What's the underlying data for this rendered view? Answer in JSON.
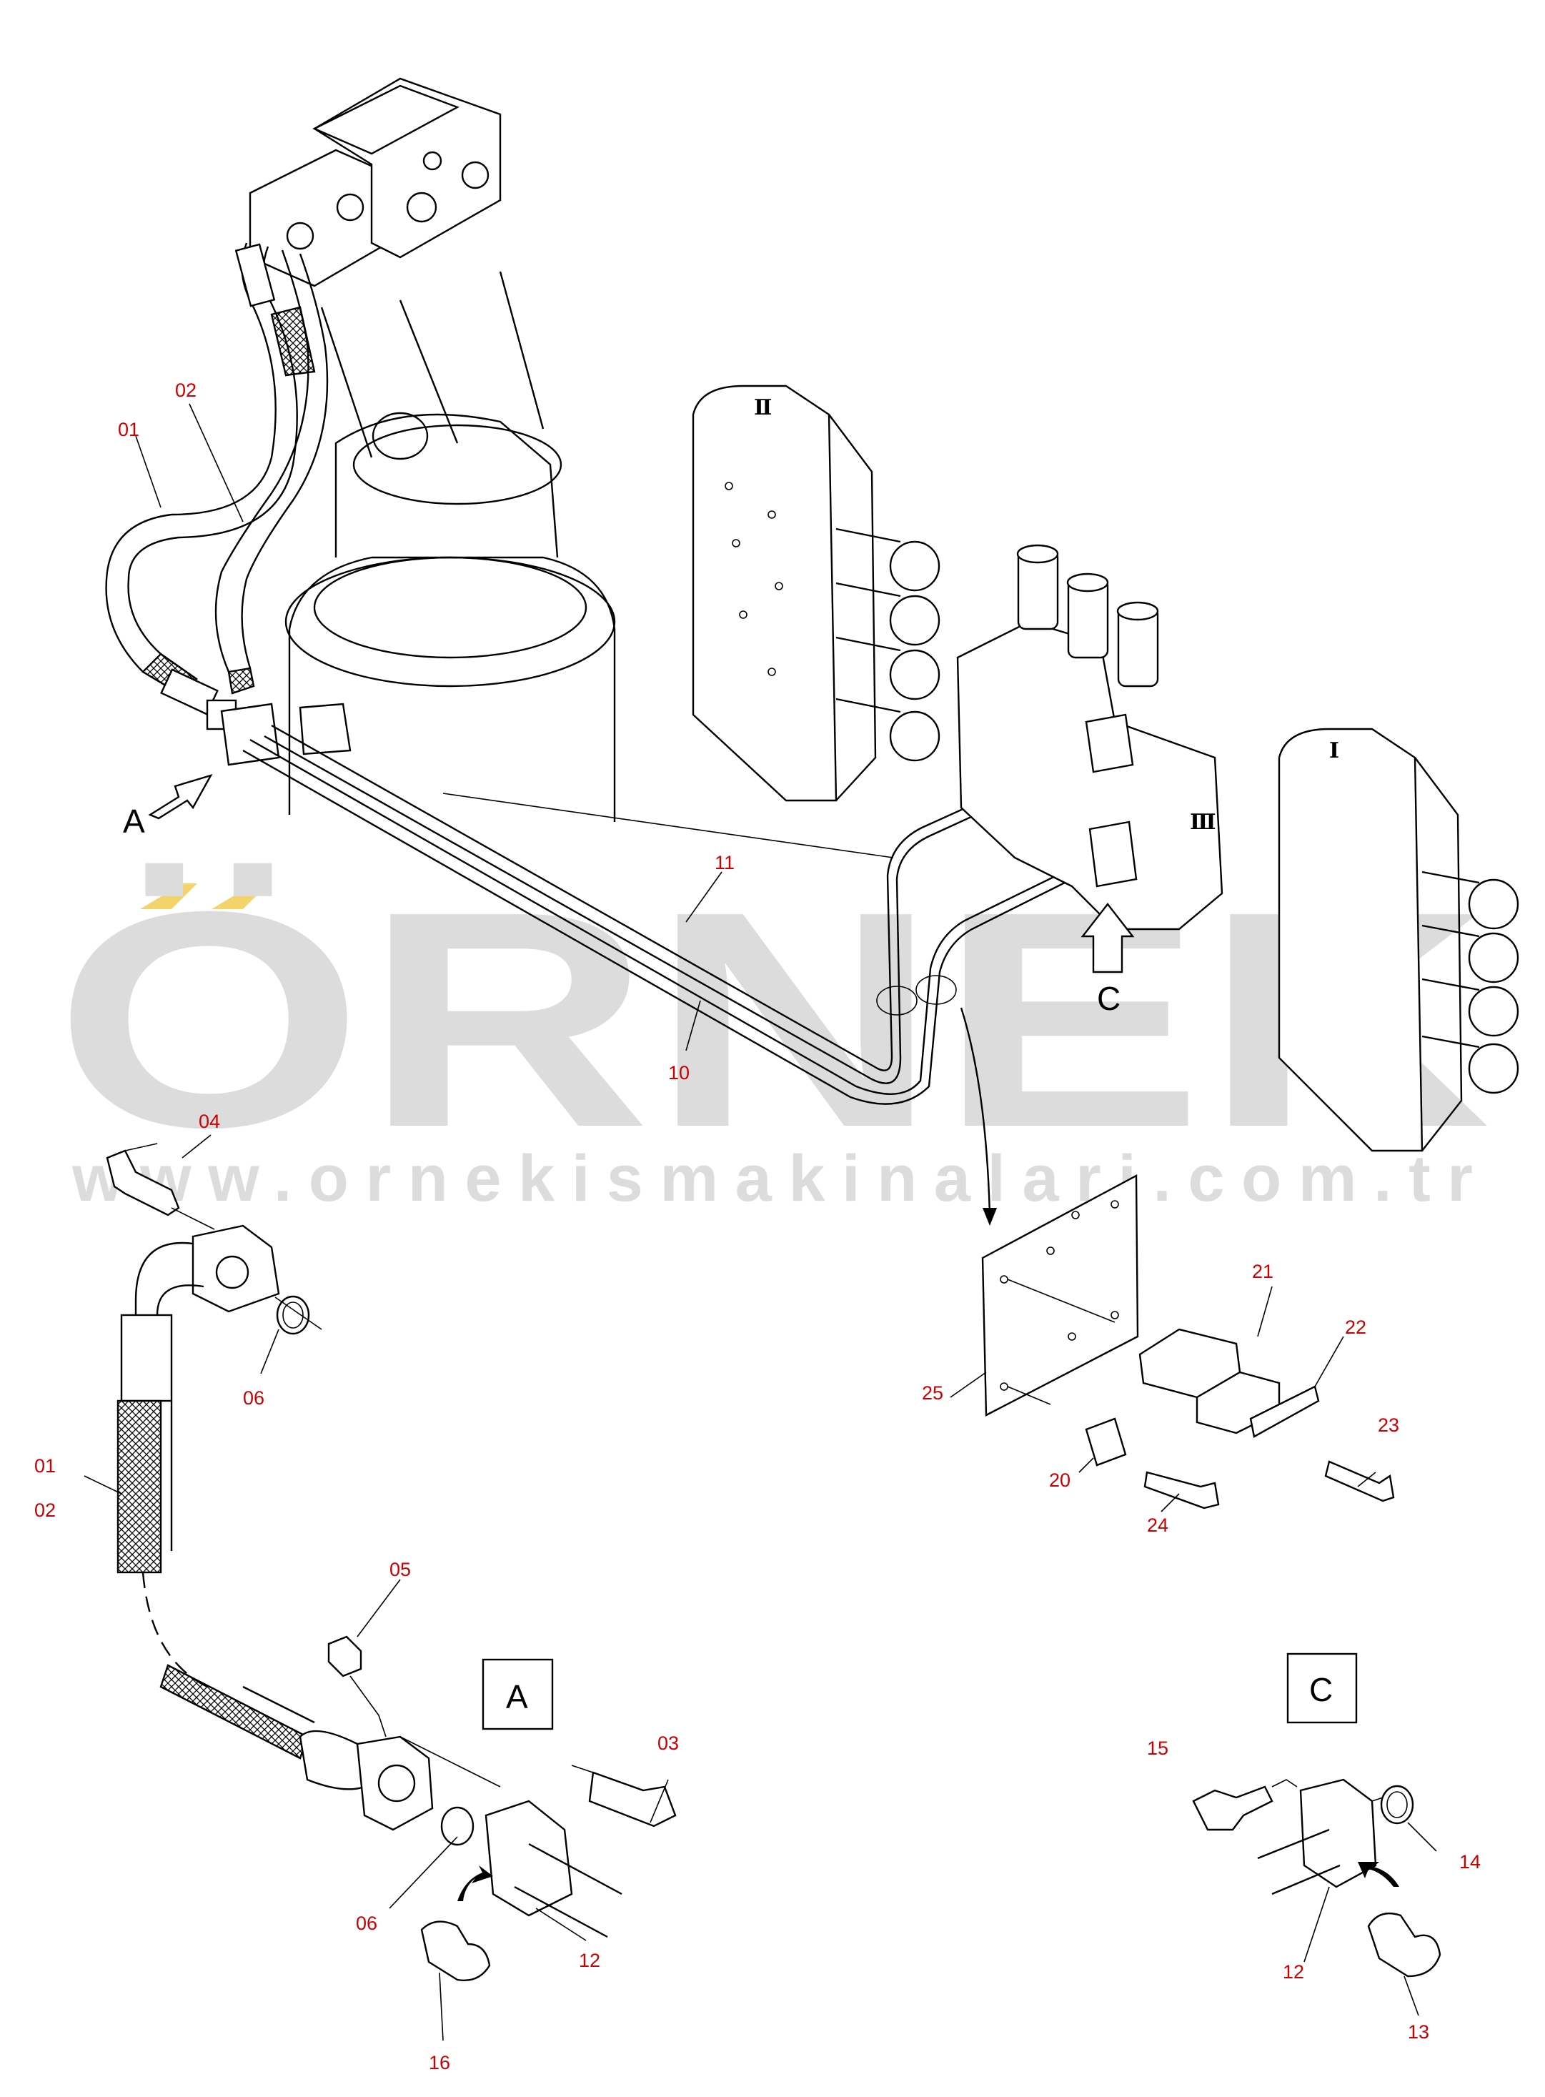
{
  "watermark": {
    "brand": "ÖRNEK",
    "url": "www.ornekismakinalari.com.tr",
    "accent_color": "#f3d36b",
    "text_color": "#dcdcdc"
  },
  "views": {
    "detail_a": "A",
    "detail_c": "C",
    "arrow_a": "A",
    "arrow_c": "C"
  },
  "valve_sections": {
    "left": "Ⅱ",
    "middle": "Ⅲ",
    "right": "Ⅰ"
  },
  "callouts": {
    "p01_main": "01",
    "p02_main": "02",
    "p11": "11",
    "p10": "10",
    "p04": "04",
    "p06_top": "06",
    "p01_detail": "01",
    "p02_detail": "02",
    "p05": "05",
    "p03": "03",
    "p06_a": "06",
    "p12_a": "12",
    "p16": "16",
    "p21": "21",
    "p22": "22",
    "p23": "23",
    "p25": "25",
    "p20": "20",
    "p24": "24",
    "p15": "15",
    "p14": "14",
    "p12_c": "12",
    "p13": "13"
  }
}
